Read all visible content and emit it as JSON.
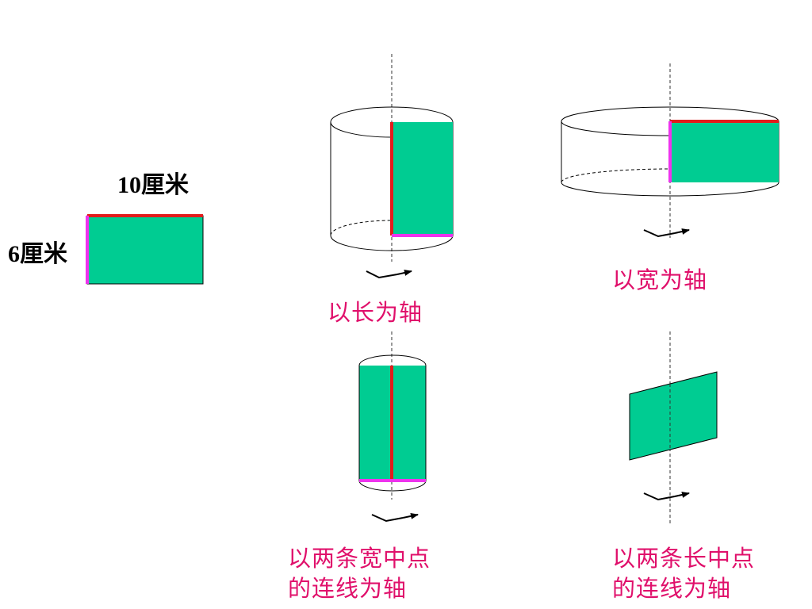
{
  "rectangle": {
    "length_label": "10厘米",
    "width_label": "6厘米"
  },
  "rotations": {
    "long_side_axis": "以长为轴",
    "short_side_axis": "以宽为轴",
    "width_midpoints_axis": [
      "以两条宽中点",
      "的连线为轴"
    ],
    "length_midpoints_axis": [
      "以两条长中点",
      "的连线为轴"
    ]
  },
  "colors": {
    "fill": "#00cc92",
    "length_edge": "#e21c1c",
    "width_edge": "#ee33ee",
    "label": "#e0106b"
  }
}
